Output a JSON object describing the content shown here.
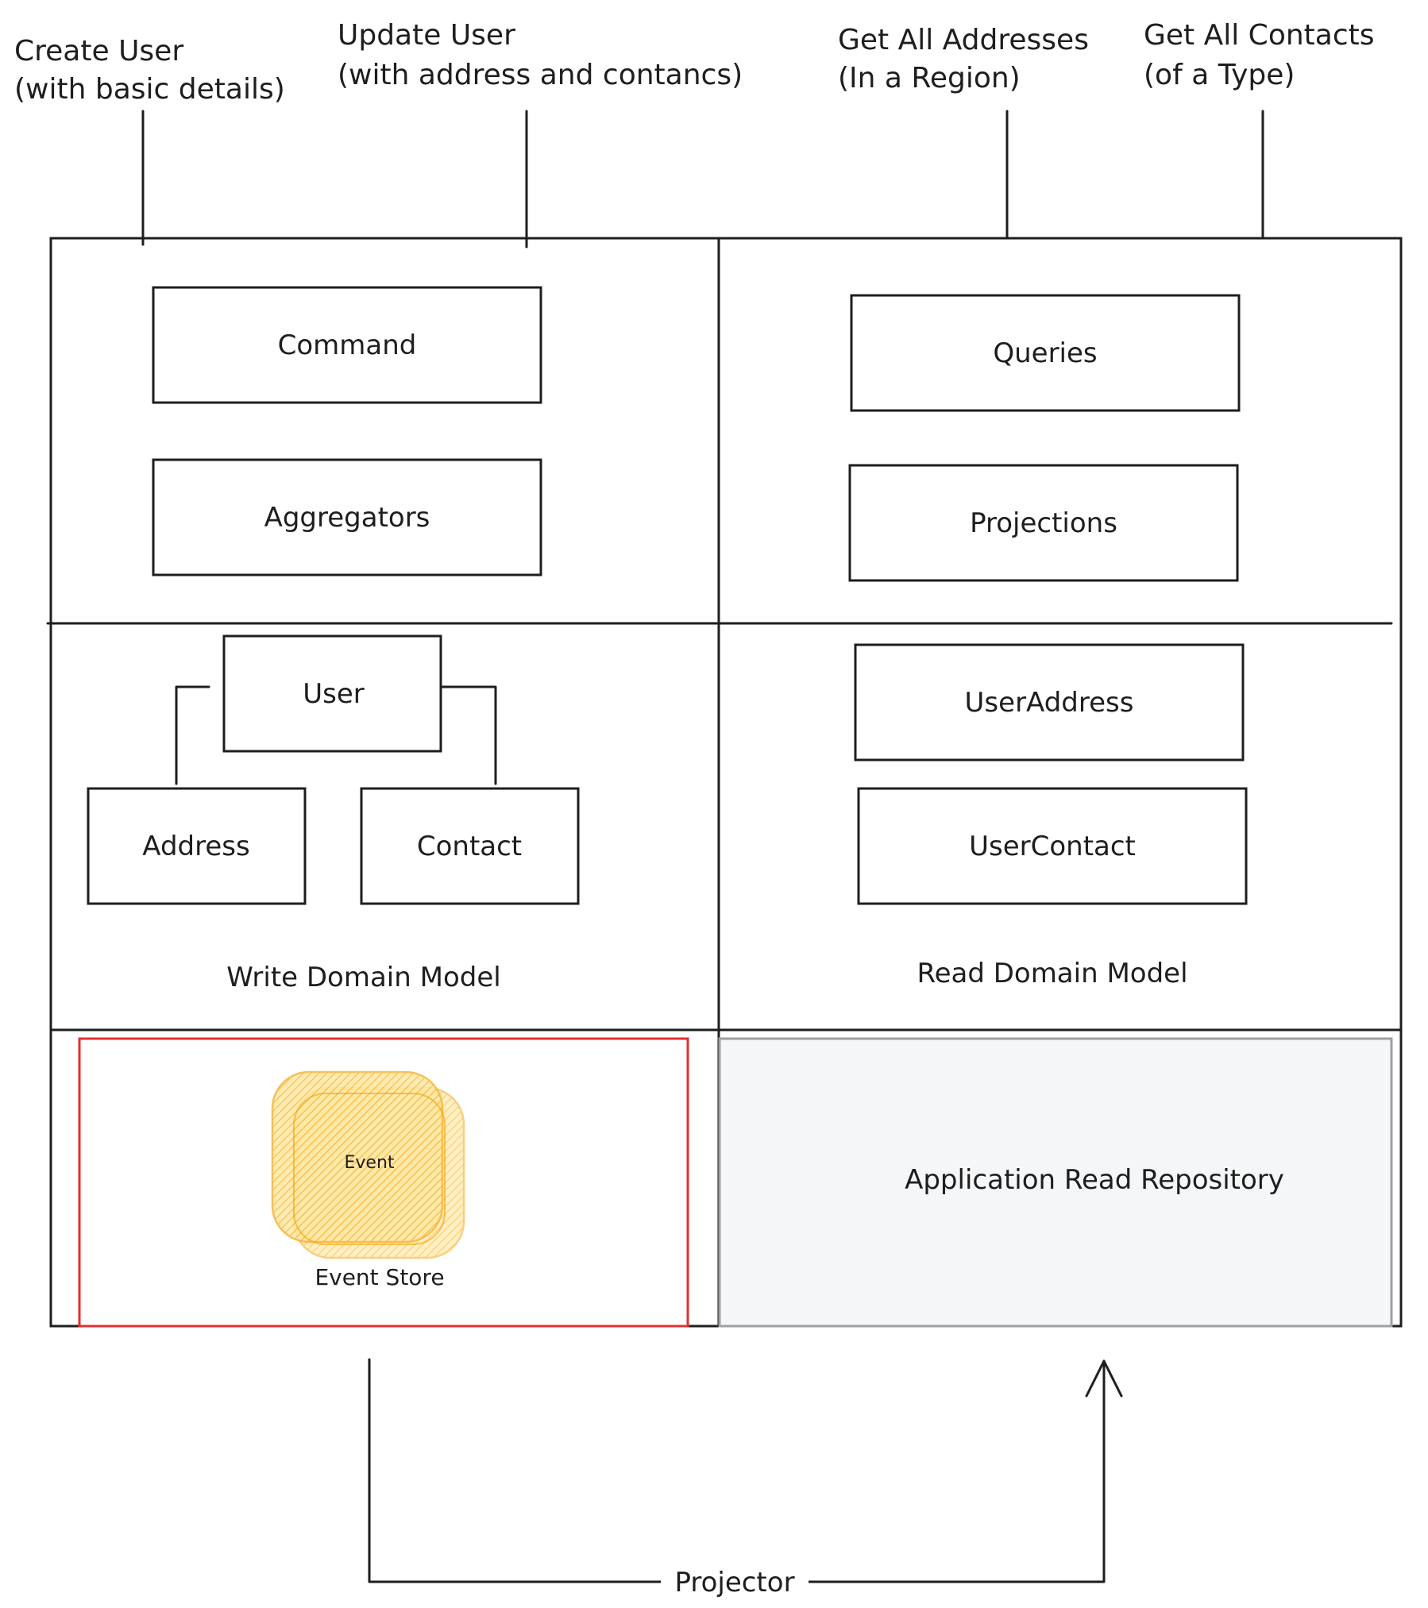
{
  "top_labels": {
    "create_user": {
      "line1": "Create User",
      "line2": "(with basic details)"
    },
    "update_user": {
      "line1": "Update User",
      "line2": "(with address and contancs)"
    },
    "get_addresses": {
      "line1": "Get All Addresses",
      "line2": "(In a Region)"
    },
    "get_contacts": {
      "line1": "Get All Contacts",
      "line2": "(of a Type)"
    }
  },
  "write_side": {
    "command": "Command",
    "aggregators": "Aggregators",
    "user": "User",
    "address": "Address",
    "contact": "Contact",
    "domain_label": "Write Domain Model"
  },
  "read_side": {
    "queries": "Queries",
    "projections": "Projections",
    "user_address": "UserAddress",
    "user_contact": "UserContact",
    "domain_label": "Read Domain Model"
  },
  "event_store": {
    "event": "Event",
    "label": "Event Store"
  },
  "read_repository": {
    "label": "Application Read Repository"
  },
  "projector": {
    "label": "Projector"
  },
  "colors": {
    "stroke": "#1e1e1e",
    "event_store_border": "#e03131",
    "event_fill": "#ffd43b",
    "event_stroke": "#f59f00",
    "repository_fill": "#f5f6f8",
    "repository_border": "#a0a0a0"
  }
}
